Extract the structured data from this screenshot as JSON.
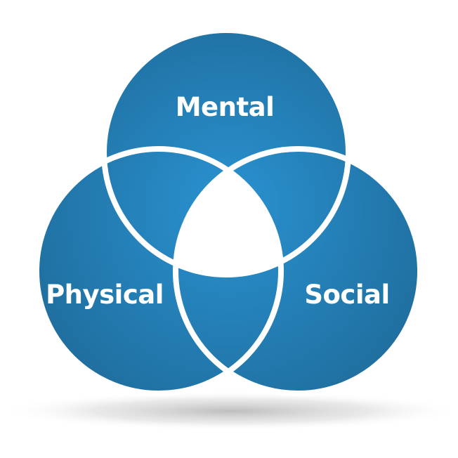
{
  "diagram": {
    "type": "venn",
    "circles": [
      {
        "id": "mental",
        "label": "Mental"
      },
      {
        "id": "physical",
        "label": "Physical"
      },
      {
        "id": "social",
        "label": "Social"
      }
    ],
    "center_region": "empty"
  },
  "colors": {
    "circle_center": "#2a92d1",
    "circle_edge": "#1f6f9f",
    "outline": "#ffffff",
    "center_fill": "#ffffff",
    "label": "#ffffff",
    "shadow": "#bdbdbd"
  }
}
